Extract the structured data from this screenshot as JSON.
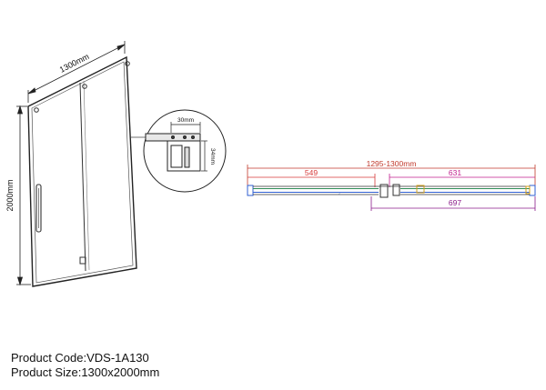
{
  "drawing": {
    "width_label": "1300mm",
    "height_label": "2000mm",
    "detail": {
      "profile_width_label": "30mm",
      "profile_height_label": "34mm"
    },
    "plan": {
      "total_label": "1295-1300mm",
      "left_segment_label": "549",
      "right_segment_label": "631",
      "bottom_segment_label": "697",
      "colors": {
        "total": "#c0392b",
        "left": "#d63a3a",
        "right": "#c21f8f",
        "bottom": "#8a1a8a",
        "glass_upper": "#2e8b57",
        "glass_lower": "#2f5fd0",
        "hardware": "#d4a017"
      }
    }
  },
  "product": {
    "code_label": "Product Code:",
    "code_value": "VDS-1A130",
    "size_label": "Product Size:",
    "size_value": "1300x2000mm"
  }
}
